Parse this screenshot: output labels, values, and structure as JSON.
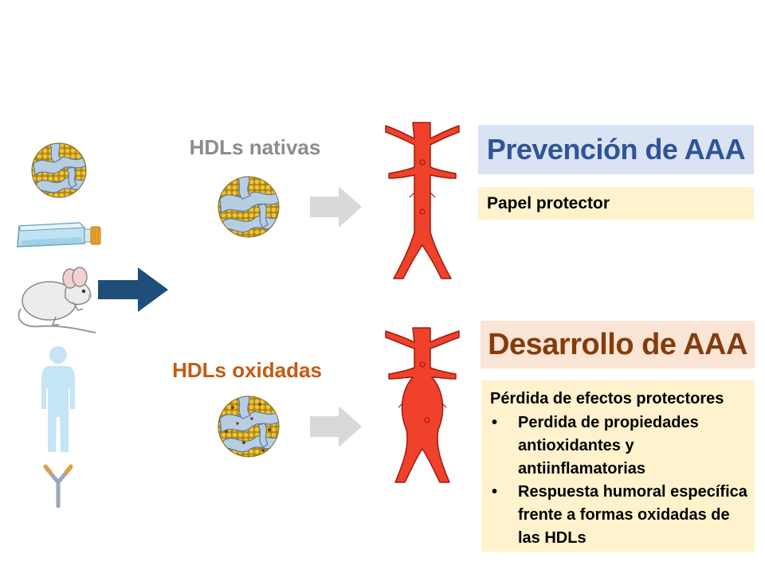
{
  "labels": {
    "native_hdl": "HDLs nativas",
    "oxidized_hdl": "HDLs oxidadas"
  },
  "prevention": {
    "title": "Prevención de AAA",
    "box_text": "Papel protector"
  },
  "development": {
    "title": "Desarrollo de AAA",
    "heading": "Pérdida de efectos protectores",
    "bullets": [
      {
        "symbol": "•",
        "text": "Perdida de propiedades antioxidantes y antiinflamatorias"
      },
      {
        "symbol": "•",
        "text": "Respuesta humoral específica frente a formas oxidadas de las HDLs"
      }
    ]
  },
  "colors": {
    "native_label": "#8c8c8c",
    "oxidized_label": "#c55a11",
    "prevention_title": "#2f5597",
    "prevention_title_bg": "#dae3f3",
    "development_title": "#843c0c",
    "development_title_bg": "#fbe5d6",
    "box_bg": "#fff2cc",
    "aorta": "#f0412a",
    "big_arrow": "#1f4e79",
    "grey_arrow": "#d9d9d9"
  },
  "icons": {
    "left_column": [
      "hdl-particle-icon",
      "cell-culture-flask-icon",
      "mouse-icon",
      "human-silhouette-icon",
      "antibody-icon"
    ],
    "center": [
      "native-hdl-particle-icon",
      "oxidized-hdl-particle-icon"
    ],
    "vessels": [
      "healthy-aorta-icon",
      "aneurysm-aorta-icon"
    ],
    "arrows": [
      "blue-arrow-icon",
      "grey-arrow-icon"
    ]
  }
}
